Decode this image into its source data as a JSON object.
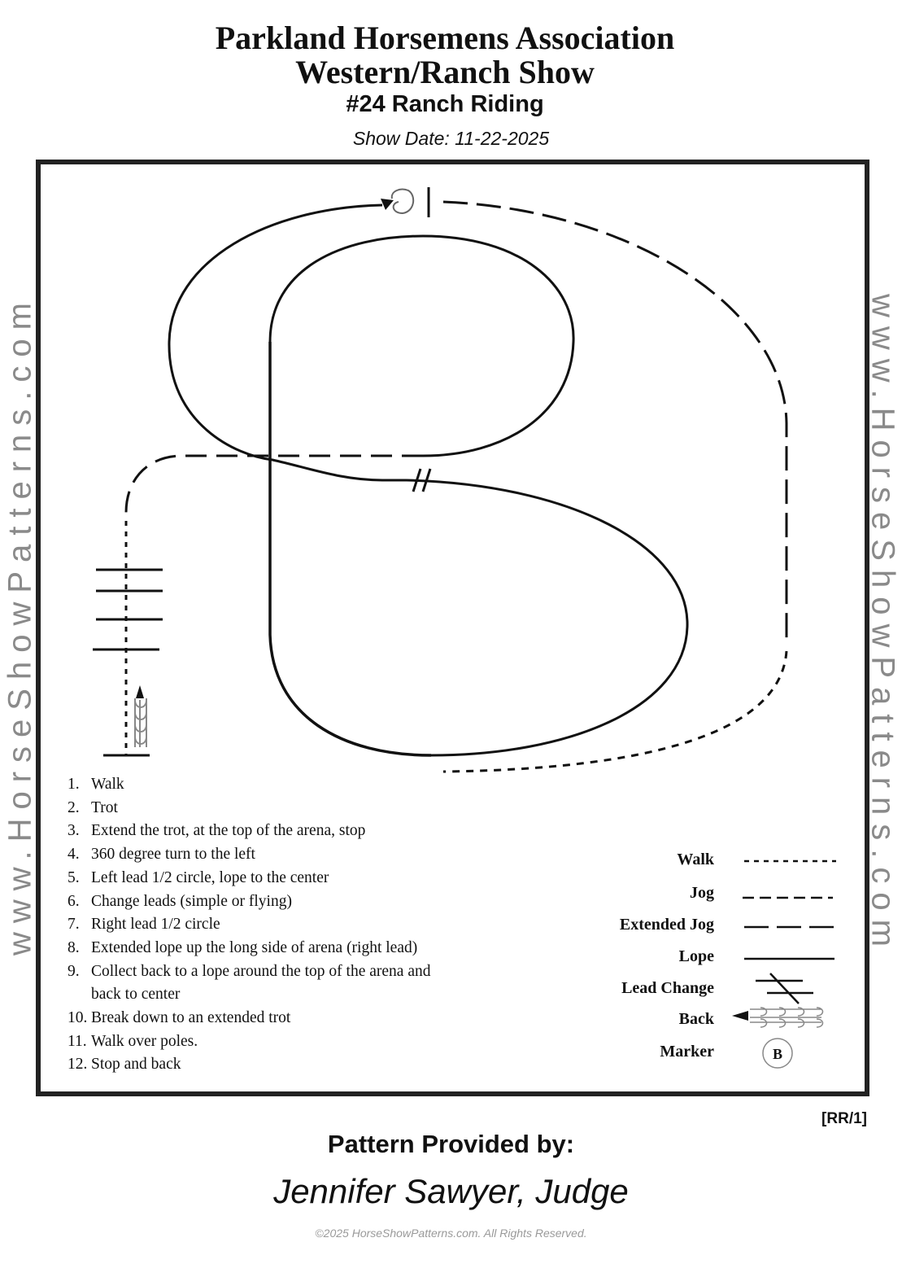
{
  "header": {
    "title_line1": "Parkland Horsemens Association",
    "title_line2": "Western/Ranch Show",
    "class_title": "#24 Ranch Riding",
    "show_date": "Show Date: 11-22-2025"
  },
  "watermark": "www.HorseShowPatterns.com",
  "steps": [
    {
      "num": "1.",
      "text": "Walk"
    },
    {
      "num": "2.",
      "text": "Trot"
    },
    {
      "num": "3.",
      "text": "Extend the trot, at the top of  the arena, stop"
    },
    {
      "num": "4.",
      "text": "360 degree turn to the left"
    },
    {
      "num": "5.",
      "text": "Left lead 1/2 circle, lope to the center"
    },
    {
      "num": "6.",
      "text": "Change leads (simple or flying)"
    },
    {
      "num": "7.",
      "text": "Right lead 1/2 circle"
    },
    {
      "num": "8.",
      "text": "Extended lope up the long side of  arena (right lead)"
    },
    {
      "num": "9.",
      "text": "Collect back to a lope around the top of  the arena and",
      "cont": "back to center"
    },
    {
      "num": "10.",
      "text": "Break down to an extended trot"
    },
    {
      "num": "11.",
      "text": "Walk over poles."
    },
    {
      "num": "12.",
      "text": "Stop and back"
    }
  ],
  "legend": {
    "walk": "Walk",
    "jog": "Jog",
    "extended_jog": "Extended Jog",
    "lope": "Lope",
    "lead_change": "Lead Change",
    "back": "Back",
    "marker": "Marker",
    "marker_letter": "B"
  },
  "pattern_code": "[RR/1]",
  "footer": {
    "provided_by": "Pattern Provided by:",
    "judge": "Jennifer Sawyer, Judge",
    "copyright": "©2025 HorseShowPatterns.com. All Rights Reserved."
  }
}
